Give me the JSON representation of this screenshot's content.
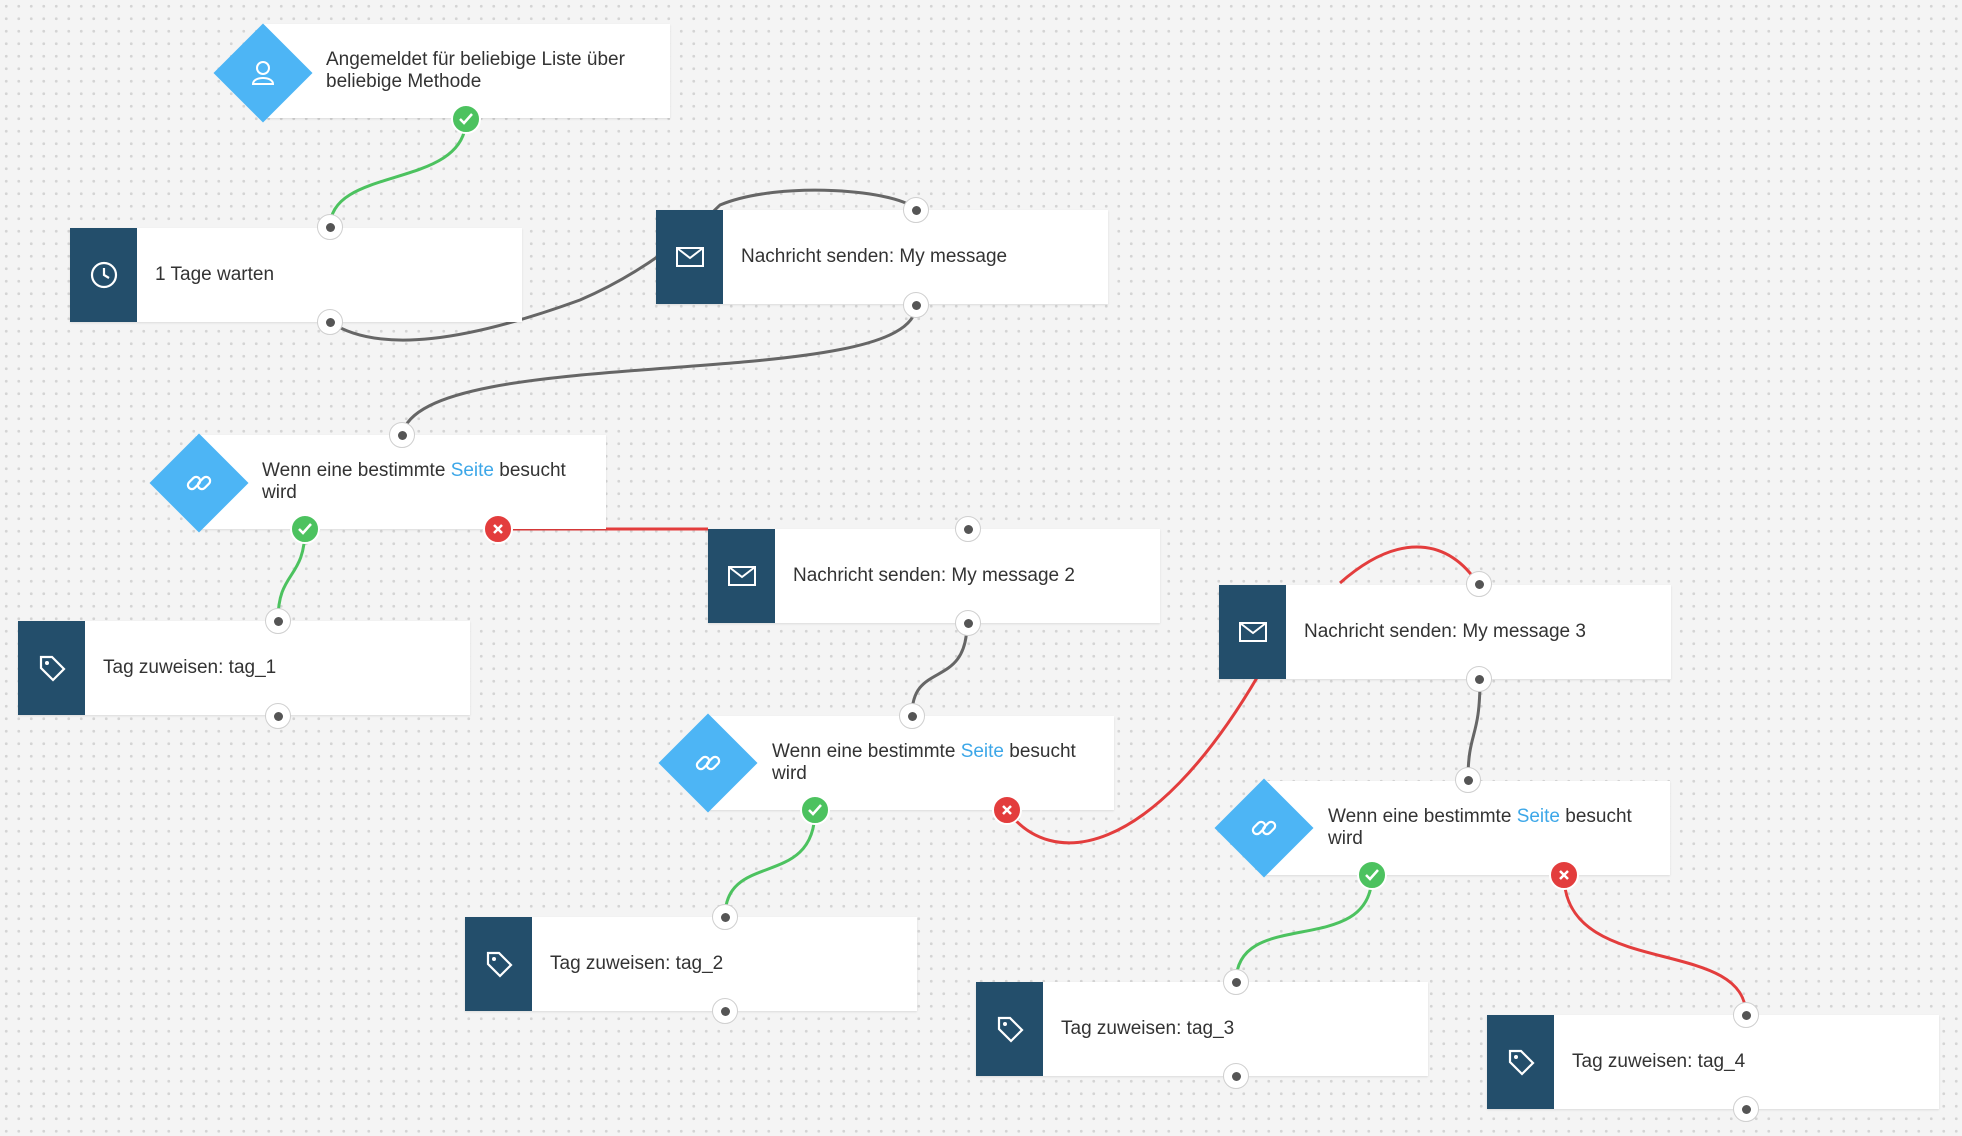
{
  "nodes": {
    "start": {
      "icon": "user-icon",
      "label": "Angemeldet für beliebige Liste über beliebige Methode"
    },
    "wait1": {
      "icon": "clock-icon",
      "label": "1 Tage warten"
    },
    "msg1": {
      "icon": "envelope-icon",
      "label": "Nachricht senden: My message"
    },
    "cond1": {
      "icon": "link-icon",
      "label_pre": "Wenn eine bestimmte ",
      "label_link": "Seite",
      "label_post": " besucht wird"
    },
    "tag1": {
      "icon": "tag-icon",
      "label": "Tag zuweisen: tag_1"
    },
    "msg2": {
      "icon": "envelope-icon",
      "label": "Nachricht senden: My message 2"
    },
    "cond2": {
      "icon": "link-icon",
      "label_pre": "Wenn eine bestimmte ",
      "label_link": "Seite",
      "label_post": " besucht wird"
    },
    "tag2": {
      "icon": "tag-icon",
      "label": "Tag zuweisen: tag_2"
    },
    "msg3": {
      "icon": "envelope-icon",
      "label": "Nachricht senden: My message 3"
    },
    "cond3": {
      "icon": "link-icon",
      "label_pre": "Wenn eine bestimmte ",
      "label_link": "Seite",
      "label_post": " besucht wird"
    },
    "tag3": {
      "icon": "tag-icon",
      "label": "Tag zuweisen: tag_3"
    },
    "tag4": {
      "icon": "tag-icon",
      "label": "Tag zuweisen: tag_4"
    }
  },
  "connections": [
    {
      "from": "start",
      "to": "wait1",
      "kind": "yes"
    },
    {
      "from": "wait1",
      "to": "msg1",
      "kind": "default"
    },
    {
      "from": "msg1",
      "to": "cond1",
      "kind": "default"
    },
    {
      "from": "cond1",
      "to": "tag1",
      "kind": "yes"
    },
    {
      "from": "cond1",
      "to": "msg2",
      "kind": "no"
    },
    {
      "from": "msg2",
      "to": "cond2",
      "kind": "default"
    },
    {
      "from": "cond2",
      "to": "tag2",
      "kind": "yes"
    },
    {
      "from": "cond2",
      "to": "msg3",
      "kind": "no"
    },
    {
      "from": "msg3",
      "to": "cond3",
      "kind": "default"
    },
    {
      "from": "cond3",
      "to": "tag3",
      "kind": "yes"
    },
    {
      "from": "cond3",
      "to": "tag4",
      "kind": "no"
    }
  ],
  "colors": {
    "yes": "#4cc25f",
    "no": "#e33d3d",
    "default": "#666666",
    "tile": "#234e6b",
    "diamond": "#4db5f5",
    "link_text": "#3da7e8"
  }
}
